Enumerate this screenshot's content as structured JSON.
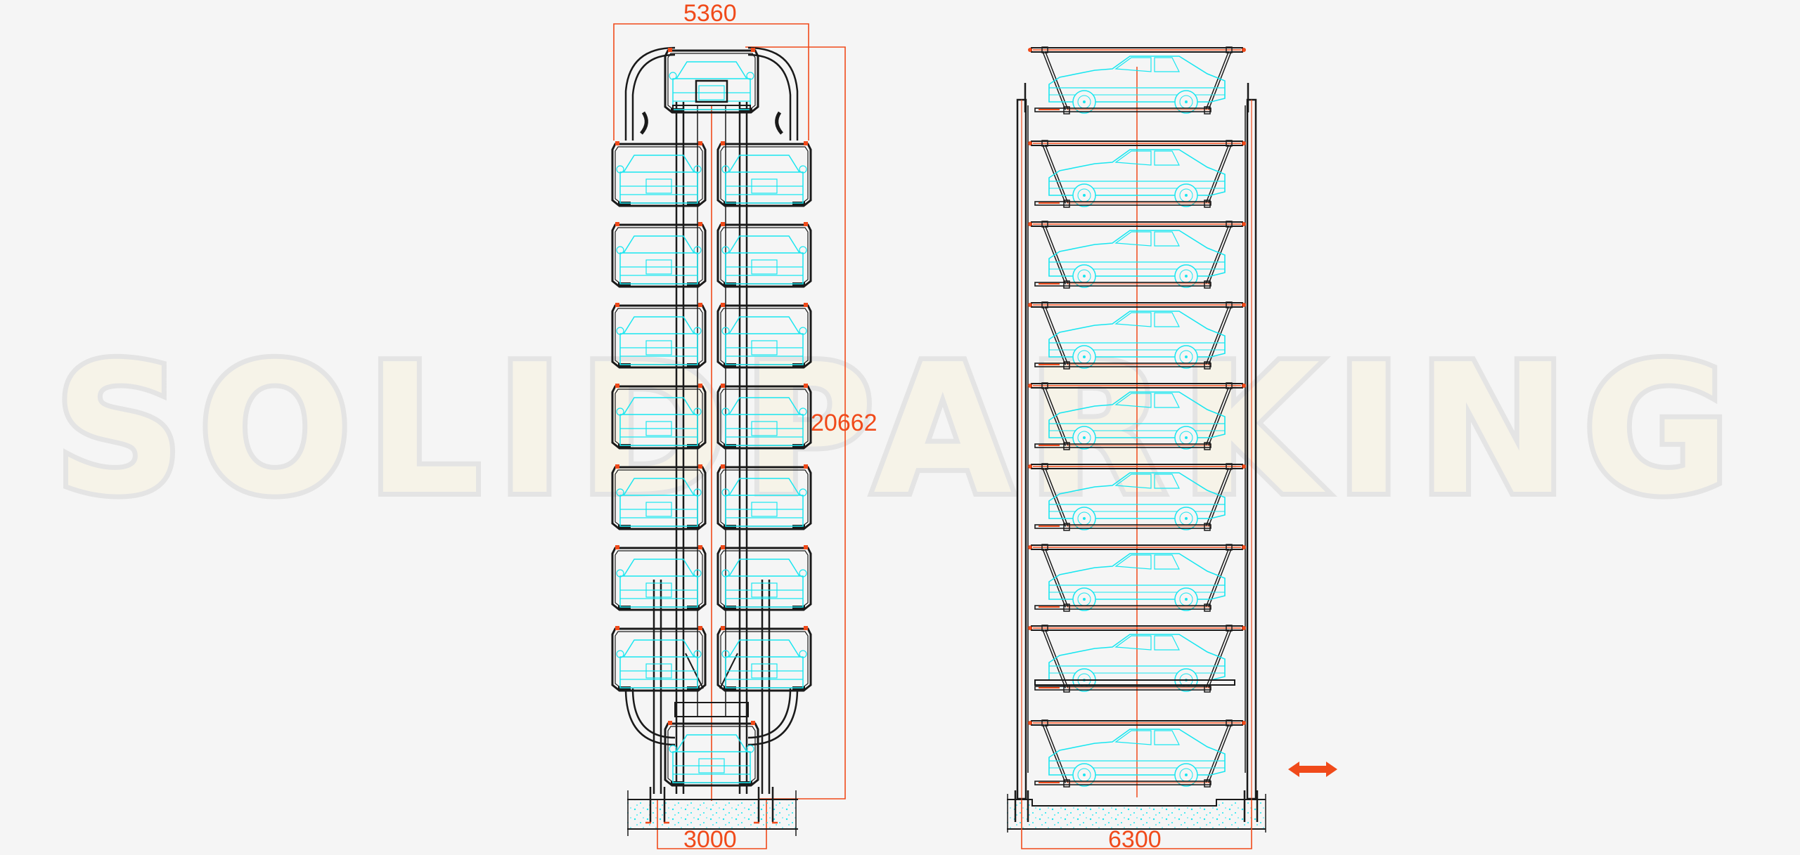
{
  "watermark": {
    "text": "SOLIDPARKING"
  },
  "left_view": {
    "name": "front-view-rotary-parking",
    "dimensions": {
      "width_top": "5360",
      "height": "20662",
      "base": "3000"
    },
    "pallet_count": 16
  },
  "right_view": {
    "name": "side-view-rotary-parking",
    "dimensions": {
      "base": "6300"
    },
    "level_count": 9
  },
  "direction_indicator": {
    "icon": "double-arrow-horizontal-icon"
  },
  "colors": {
    "background": "#f5f5f5",
    "structure": "#1a1a1a",
    "dimension": "#f04a1a",
    "car_outline": "#19e6f0",
    "watermark_fill": "#f6f3e8",
    "watermark_stroke": "#e6e6e6"
  }
}
